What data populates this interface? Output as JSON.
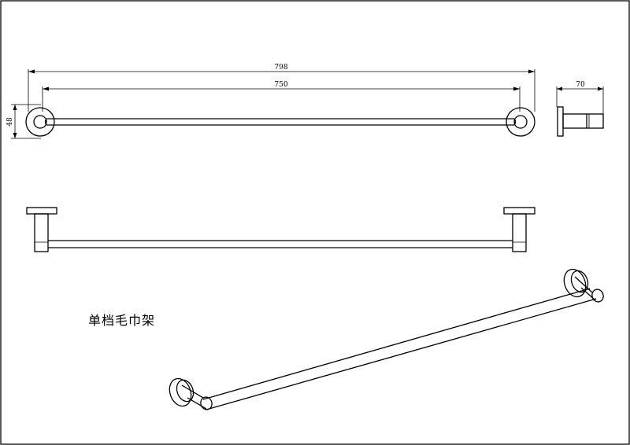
{
  "dimensions": {
    "overall_length": "798",
    "bar_length": "750",
    "height": "48",
    "depth": "70"
  },
  "title": "单档毛巾架"
}
